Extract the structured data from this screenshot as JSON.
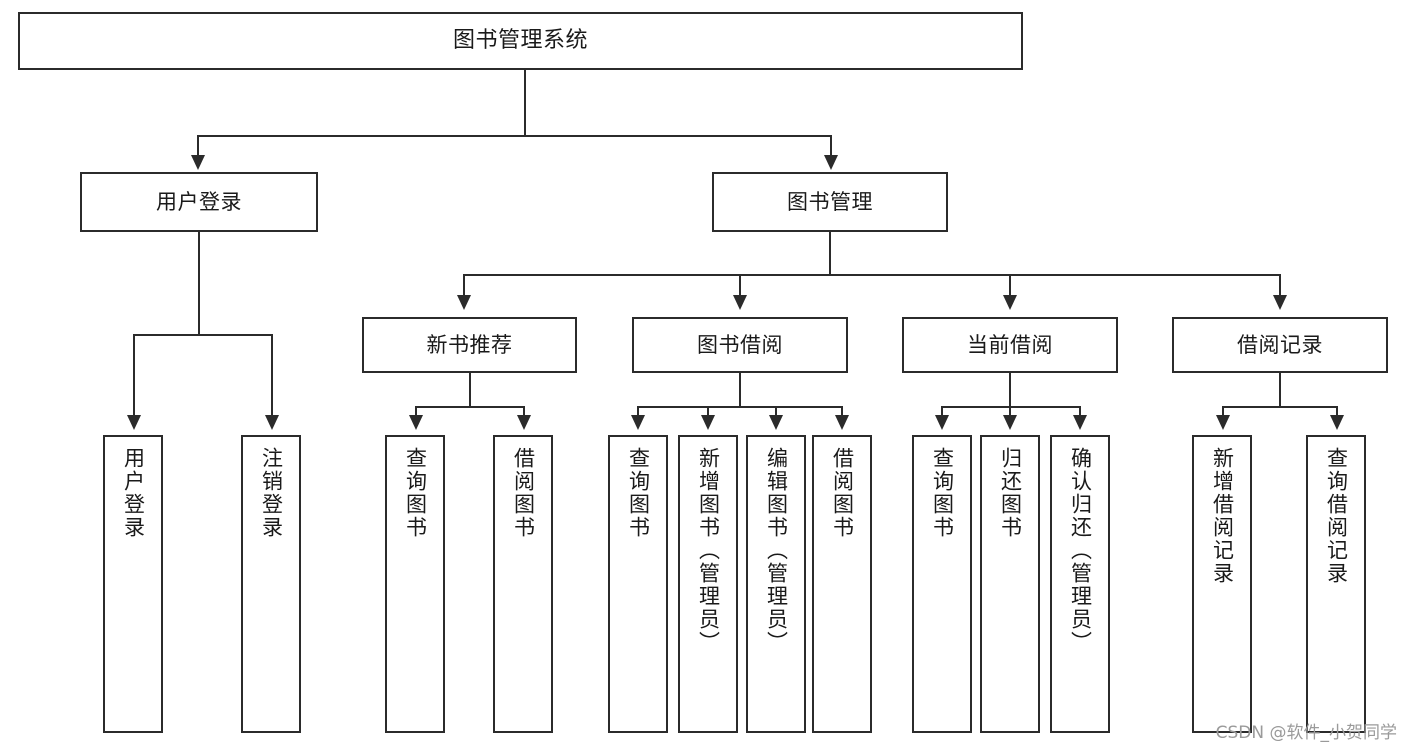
{
  "diagram": {
    "title": "图书管理系统",
    "type": "hierarchy-tree",
    "root": {
      "label": "图书管理系统"
    },
    "level2": [
      {
        "id": "user-login",
        "label": "用户登录"
      },
      {
        "id": "book-management",
        "label": "图书管理"
      }
    ],
    "level3": [
      {
        "id": "new-book-recommend",
        "label": "新书推荐",
        "parent": "book-management"
      },
      {
        "id": "book-borrow",
        "label": "图书借阅",
        "parent": "book-management"
      },
      {
        "id": "current-borrow",
        "label": "当前借阅",
        "parent": "book-management"
      },
      {
        "id": "borrow-record",
        "label": "借阅记录",
        "parent": "book-management"
      }
    ],
    "leaves": [
      {
        "id": "leaf-user-login",
        "label": "用户登录",
        "parent": "user-login"
      },
      {
        "id": "leaf-logout-login",
        "label": "注销登录",
        "parent": "user-login"
      },
      {
        "id": "leaf-query-book-1",
        "label": "查询图书",
        "parent": "new-book-recommend"
      },
      {
        "id": "leaf-borrow-book-1",
        "label": "借阅图书",
        "parent": "new-book-recommend"
      },
      {
        "id": "leaf-query-book-2",
        "label": "查询图书",
        "parent": "book-borrow"
      },
      {
        "id": "leaf-add-book",
        "label": "新增图书（管理员）",
        "parent": "book-borrow"
      },
      {
        "id": "leaf-edit-book",
        "label": "编辑图书（管理员）",
        "parent": "book-borrow"
      },
      {
        "id": "leaf-borrow-book-2",
        "label": "借阅图书",
        "parent": "book-borrow"
      },
      {
        "id": "leaf-query-book-3",
        "label": "查询图书",
        "parent": "current-borrow"
      },
      {
        "id": "leaf-return-book",
        "label": "归还图书",
        "parent": "current-borrow"
      },
      {
        "id": "leaf-confirm-return",
        "label": "确认归还（管理员）",
        "parent": "current-borrow"
      },
      {
        "id": "leaf-add-record",
        "label": "新增借阅记录",
        "parent": "borrow-record"
      },
      {
        "id": "leaf-query-record",
        "label": "查询借阅记录",
        "parent": "borrow-record"
      }
    ],
    "watermark": "CSDN @软件_小贺同学",
    "colors": {
      "stroke": "#2b2b2b",
      "fill": "#ffffff",
      "text": "#1a1a1a",
      "watermark": "#9a9a9a"
    }
  }
}
